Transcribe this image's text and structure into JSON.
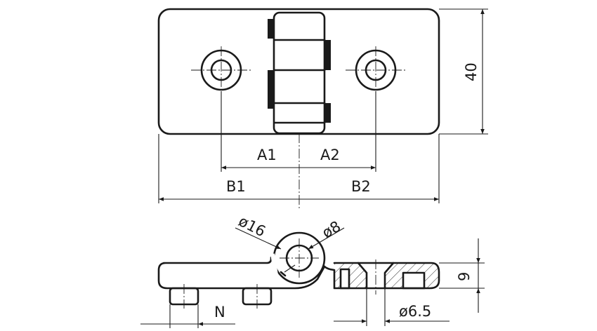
{
  "labels": {
    "a1": "A1",
    "a2": "A2",
    "b1": "B1",
    "b2": "B2",
    "height_40": "40",
    "dia_16": "ø16",
    "dia_8": "ø8",
    "height_9": "9",
    "dia_6_5": "ø6.5",
    "n": "N"
  }
}
